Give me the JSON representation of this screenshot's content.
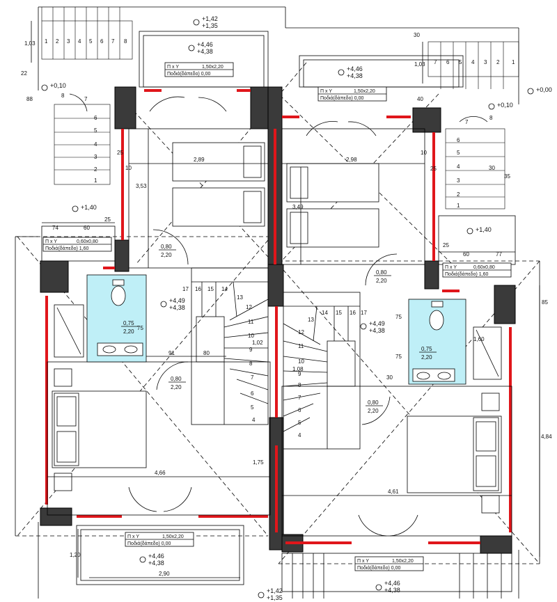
{
  "levels": {
    "top_terrace": [
      "+1,42",
      "+1,35"
    ],
    "top_balcony_left": [
      "+4,46",
      "+4,38"
    ],
    "top_balcony_right": [
      "+4,46",
      "+4,38"
    ],
    "left_landing": "+0,10",
    "right_landing_top": "+0,10",
    "far_right": "+0,00",
    "left_stair_mid": "+1,40",
    "right_stair_mid": "+1,40",
    "left_hall": [
      "+4,49",
      "+4,38"
    ],
    "right_hall": [
      "+4,49",
      "+4,38"
    ],
    "bottom_balcony_left": [
      "+4,46",
      "+4,38"
    ],
    "bottom_terrace": [
      "+1,42",
      "+1,35"
    ],
    "bottom_balcony_right": [
      "+4,46",
      "+4,38"
    ]
  },
  "window_labels": {
    "top_left": [
      "Π x Y",
      "1,50x2,20",
      "Ποδιά(δάπεδο) 0,00"
    ],
    "top_right": [
      "Π x Y",
      "1,50x2,20",
      "Ποδιά(δάπεδο) 0,00"
    ],
    "mid_left": [
      "Π x Y",
      "0,60x0,80",
      "Ποδιά(δάπεδο) 1,60"
    ],
    "mid_right": [
      "Π x Y",
      "0,60x0,80",
      "Ποδιά(δάπεδο) 1,60"
    ],
    "bottom_left": [
      "Π x Y",
      "1,50x2,20",
      "Ποδιά(δάπεδο) 0,00"
    ],
    "bottom_right": [
      "Π x Y",
      "1,50x2,20",
      "Ποδιά(δάπεδο) 0,00"
    ]
  },
  "doors": {
    "left_upper": [
      "0,80",
      "2,20"
    ],
    "left_bath": [
      "0,75",
      "2,20"
    ],
    "left_lower": [
      "0,80",
      "2,20"
    ],
    "right_upper": [
      "0,80",
      "2,20"
    ],
    "right_bath": [
      "0,75",
      "2,20"
    ],
    "right_lower": [
      "0,80",
      "2,20"
    ]
  },
  "dimensions": {
    "left_width_top": "2,89",
    "right_width_top": "2,98",
    "left_height": "3,53",
    "right_height": "3,49",
    "left_bedroom": "4,66",
    "right_bedroom": "4,61",
    "bottom_balcony": "2,90",
    "right_total": "4,84",
    "stair_left": "1,75",
    "stair_center_a": "1,02",
    "stair_center_b": "1,08",
    "left_74": "74",
    "left_60": "60",
    "left_25": "25",
    "right_25": "25",
    "right_60": "60",
    "right_77": "77",
    "dim_91": "91",
    "dim_80": "80",
    "dim_75a": "75",
    "dim_75b": "75",
    "dim_75c": "75",
    "dim_30": "30",
    "dim_160": "1,60",
    "dim_85": "85",
    "dim_103a": "1,03",
    "dim_103b": "1,03",
    "dim_22": "22",
    "dim_88": "88",
    "dim_30top": "30",
    "dim_40": "40",
    "dim_10a": "10",
    "dim_10b": "10",
    "dim_25c": "25",
    "dim_25d": "25",
    "dim_30r": "30",
    "dim_35": "35",
    "dim_120": "1,20"
  },
  "stair_left_top": [
    "1",
    "2",
    "3",
    "4",
    "5",
    "6",
    "7",
    "8"
  ],
  "stair_right_top": [
    "7",
    "6",
    "5",
    "4",
    "3",
    "2",
    "1"
  ],
  "stair_left_vertical": [
    "8",
    "7",
    "6",
    "5",
    "4",
    "3",
    "2",
    "1"
  ],
  "stair_right_vertical": [
    "7",
    "8",
    "6",
    "5",
    "4",
    "3",
    "2",
    "1"
  ],
  "spiral_left": [
    "17",
    "16",
    "15",
    "14",
    "13",
    "12",
    "11",
    "10",
    "9",
    "8",
    "7",
    "6",
    "5",
    "4"
  ],
  "spiral_right": [
    "14",
    "13",
    "15",
    "16",
    "17",
    "12",
    "11",
    "10",
    "9",
    "8",
    "7",
    "6",
    "5",
    "4"
  ]
}
